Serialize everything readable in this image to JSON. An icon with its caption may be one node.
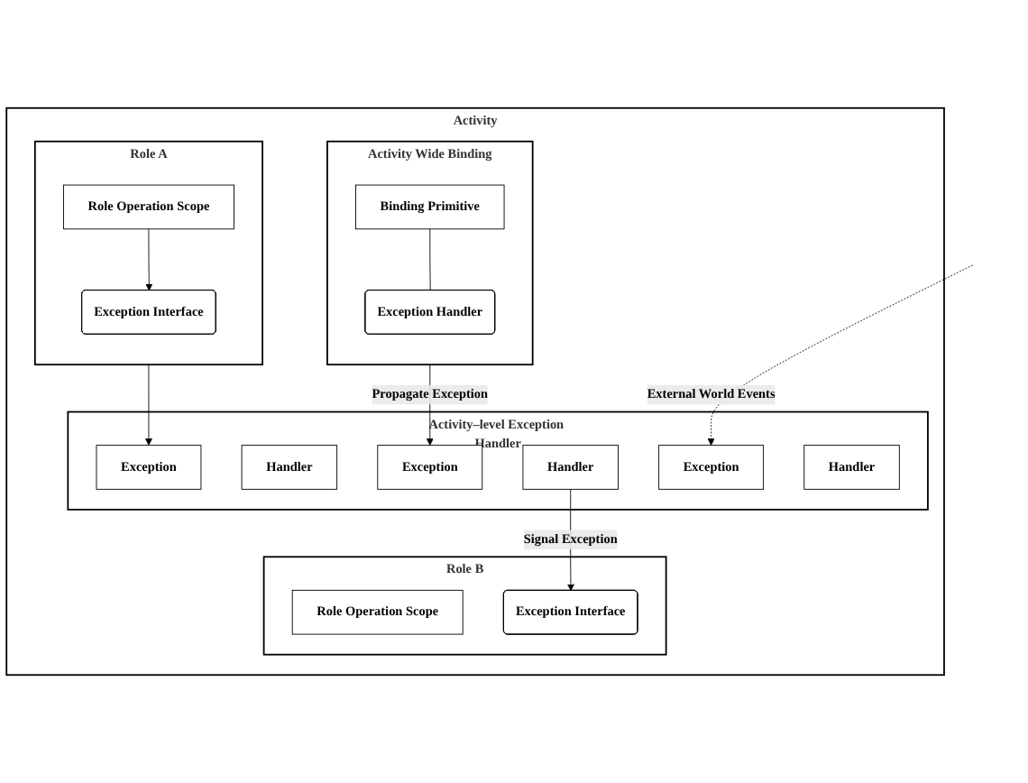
{
  "diagram": {
    "nodes": [
      {
        "text": [
          "Activity"
        ]
      },
      {
        "text": [
          "Activity Wide Binding"
        ],
        "in": 0
      },
      {
        "text": [
          "Binding Primitive"
        ],
        "in": 1
      },
      {
        "text": [
          "Exception Handler"
        ],
        "in": 1
      },
      {
        "text": [
          "Role A"
        ],
        "in": 0
      },
      {
        "text": [
          "Role Operation Scope"
        ],
        "in": 4
      },
      {
        "text": [
          "Exception Interface"
        ],
        "in": 4
      },
      {
        "text": [
          "Role B"
        ],
        "in": 0
      },
      {
        "text": [
          "Role Operation Scope"
        ],
        "in": 7
      },
      {
        "text": [
          "Exception Interface"
        ],
        "in": 7
      },
      {
        "text": [
          "Activity–level Exception Handler"
        ],
        "in": 0
      },
      {
        "text": [
          "Exception"
        ],
        "in": 10
      },
      {
        "text": [
          "Handler"
        ],
        "in": 10
      },
      {
        "text": [
          "Exception"
        ],
        "in": 10
      },
      {
        "text": [
          "Handler"
        ],
        "in": 10
      },
      {
        "text": [
          "Exception"
        ],
        "in": 10
      },
      {
        "text": [
          "Handler"
        ],
        "in": 10
      }
    ],
    "edges": [
      {
        "from": 2,
        "to": 3,
        "arrow": "none"
      },
      {
        "from": 5,
        "to": 6,
        "arrow": "to"
      },
      {
        "from": 4,
        "to": 11,
        "arrow": "to"
      },
      {
        "from": 1,
        "to": 13,
        "arrow": "to",
        "label": "Propagate Exception"
      },
      {
        "from": 14,
        "to": 9,
        "arrow": "to",
        "label": "Signal Exception"
      },
      {
        "from": null,
        "to": 15,
        "arrow": "to",
        "style": "dashed",
        "label": "External World Events"
      }
    ]
  }
}
